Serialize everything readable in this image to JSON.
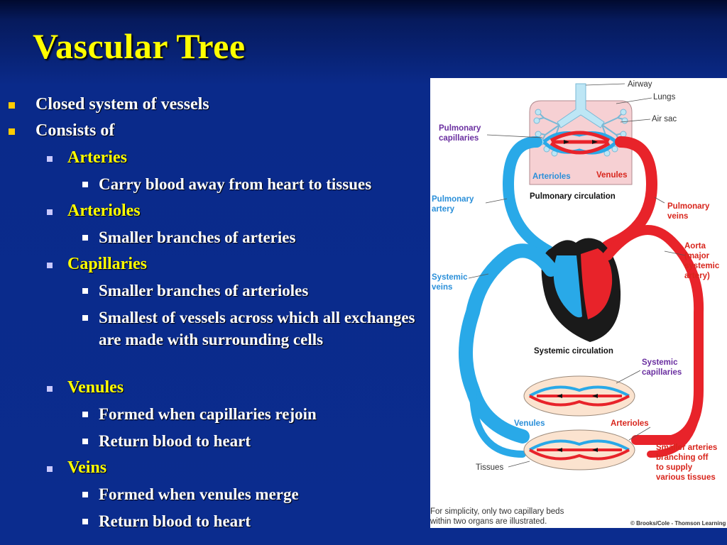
{
  "slide": {
    "title": "Vascular Tree"
  },
  "bullets": [
    {
      "level": 1,
      "text": "Closed system of vessels"
    },
    {
      "level": 1,
      "text": "Consists of"
    },
    {
      "level": 2,
      "text": "Arteries"
    },
    {
      "level": 3,
      "text": "Carry blood away from heart to tissues"
    },
    {
      "level": 2,
      "text": "Arterioles"
    },
    {
      "level": 3,
      "text": "Smaller branches of arteries"
    },
    {
      "level": 2,
      "text": "Capillaries"
    },
    {
      "level": 3,
      "text": "Smaller branches of arterioles"
    },
    {
      "level": 3,
      "text": "Smallest of vessels across which all exchanges are made with surrounding cells"
    },
    {
      "level": 2,
      "text": "Venules"
    },
    {
      "level": 3,
      "text": "Formed when capillaries rejoin"
    },
    {
      "level": 3,
      "text": "Return blood to heart"
    },
    {
      "level": 2,
      "text": "Veins"
    },
    {
      "level": 3,
      "text": "Formed when venules merge"
    },
    {
      "level": 3,
      "text": "Return blood to heart"
    }
  ],
  "figure": {
    "labels": {
      "airway": "Airway",
      "lungs": "Lungs",
      "air_sac": "Air sac",
      "pulmonary_capillaries_1": "Pulmonary",
      "pulmonary_capillaries_2": "capillaries",
      "arterioles_top": "Arterioles",
      "venules_top": "Venules",
      "pulmonary_circulation": "Pulmonary circulation",
      "pulmonary_artery_1": "Pulmonary",
      "pulmonary_artery_2": "artery",
      "pulmonary_veins_1": "Pulmonary",
      "pulmonary_veins_2": "veins",
      "aorta_1": "Aorta",
      "aorta_2": "(major",
      "aorta_3": "systemic",
      "aorta_4": "artery)",
      "systemic_veins_1": "Systemic",
      "systemic_veins_2": "veins",
      "systemic_circulation": "Systemic circulation",
      "systemic_capillaries_1": "Systemic",
      "systemic_capillaries_2": "capillaries",
      "venules_bottom": "Venules",
      "arterioles_bottom": "Arterioles",
      "smaller_arteries_1": "Smaller arteries",
      "smaller_arteries_2": "branching off",
      "smaller_arteries_3": "to supply",
      "smaller_arteries_4": "various tissues",
      "tissues": "Tissues",
      "caption_1": "For simplicity, only two capillary beds",
      "caption_2": "within two organs are illustrated.",
      "credit": "© Brooks/Cole - Thomson Learning"
    }
  },
  "colors": {
    "title": "#ffff00",
    "level1_bullet": "#ffcc00",
    "level2_text": "#ffff00",
    "level2_bullet": "#c8c8ff",
    "text": "#ffffff",
    "vein_blue": "#29a9e8",
    "artery_red": "#e8232a"
  }
}
